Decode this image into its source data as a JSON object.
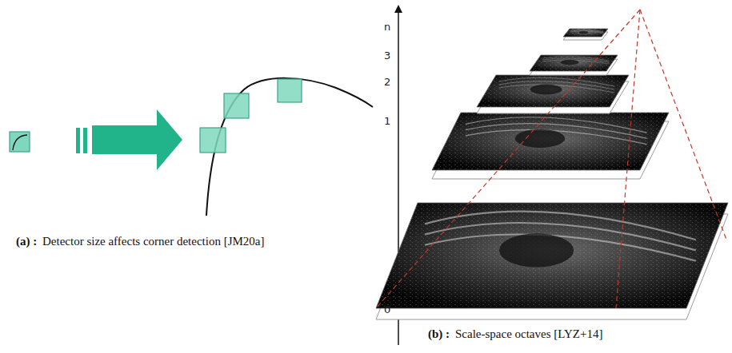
{
  "diagram": {
    "labels": [
      "(a) :",
      "Detector size affects corner detection [JM20a]",
      "n",
      "3",
      "2",
      "1",
      "0",
      "(b) :",
      "Scale-space octaves [LYZ+14]"
    ]
  }
}
